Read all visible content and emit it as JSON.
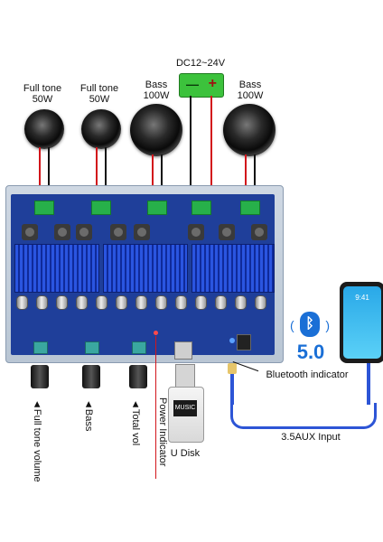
{
  "speakers": [
    {
      "line1": "Full tone",
      "line2": "50W"
    },
    {
      "line1": "Full tone",
      "line2": "50W"
    },
    {
      "line1": "Bass",
      "line2": "100W"
    },
    {
      "line1": "Bass",
      "line2": "100W"
    }
  ],
  "power": {
    "label": "DC12~24V",
    "minus": "—",
    "plus": "+"
  },
  "bluetooth": {
    "version": "5.0",
    "indicator": "Bluetooth indicator",
    "aux": "3.5AUX Input"
  },
  "phone": {
    "time": "9:41"
  },
  "udisk": {
    "card": "MUSIC",
    "label": "U Disk"
  },
  "controls": [
    {
      "label": "◄Full tone volume"
    },
    {
      "label": "◄Bass"
    },
    {
      "label": "◄Total vol"
    },
    {
      "label": "Power Indicator"
    }
  ],
  "colors": {
    "pcb": "#1f3f9a",
    "heatsink": "#2a55e0",
    "terminal": "#27b04a",
    "aux_cable": "#2d55d6",
    "wire_red": "#d2151b"
  }
}
